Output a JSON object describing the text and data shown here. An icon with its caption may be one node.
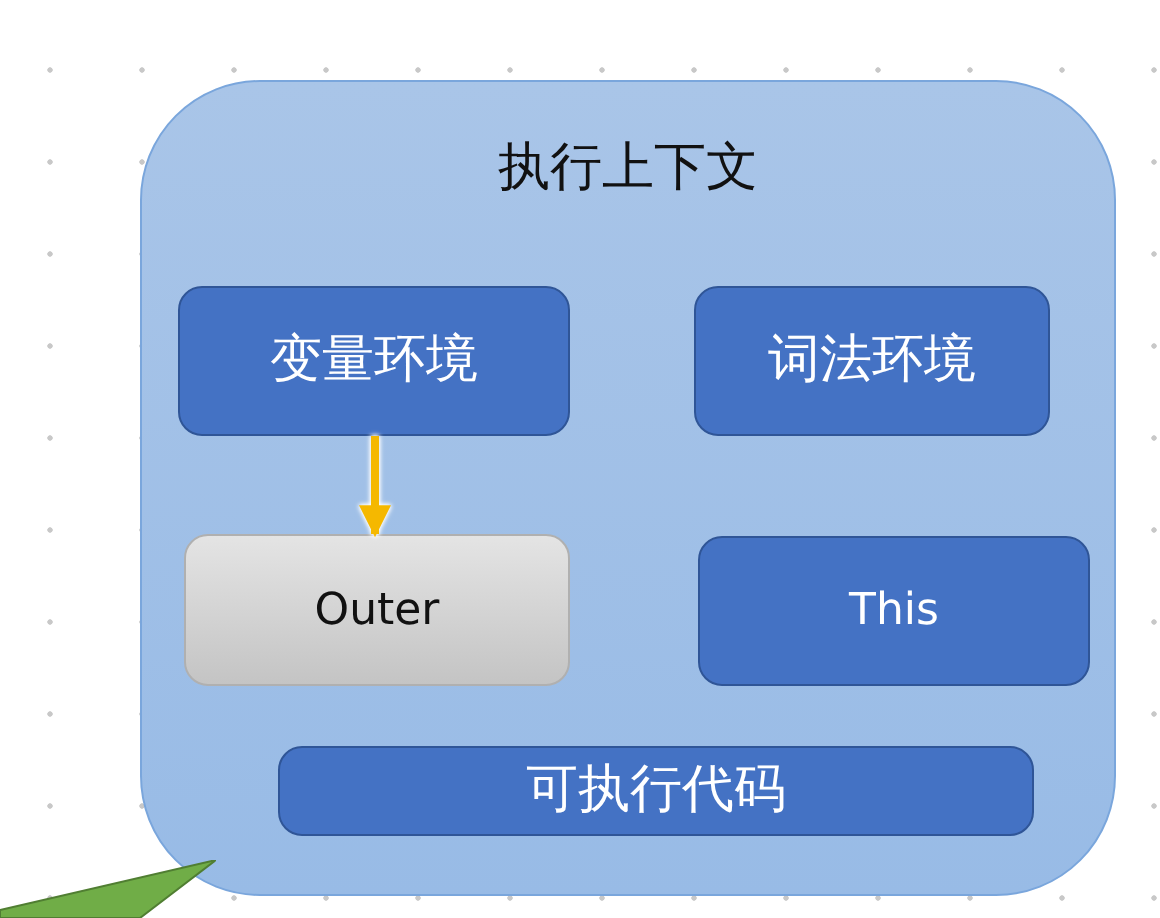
{
  "diagram": {
    "nodes": [
      {
        "text": [
          "执行上下文"
        ]
      },
      {
        "text": [
          "变量环境"
        ],
        "in": 0
      },
      {
        "text": [
          "词法环境"
        ],
        "in": 0
      },
      {
        "text": [
          "Outer"
        ],
        "in": 0
      },
      {
        "text": [
          "This"
        ],
        "in": 0
      },
      {
        "text": [
          "可执行代码"
        ],
        "in": 0
      },
      {
        "text": [],
        "shape": "triangle"
      }
    ],
    "edges": [
      {
        "from": 1,
        "to": 3,
        "arrow": "to",
        "color": "#f5b800"
      }
    ]
  }
}
